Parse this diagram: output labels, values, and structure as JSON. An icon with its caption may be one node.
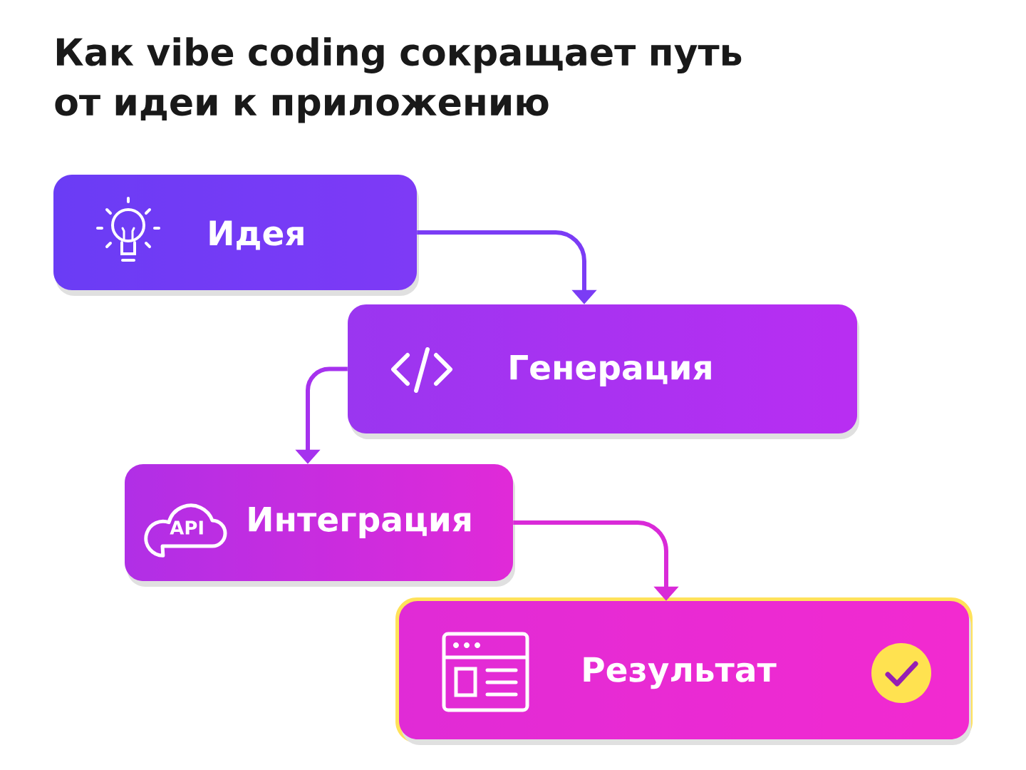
{
  "diagram": {
    "title": "Как vibe coding сокращает путь от идеи к приложению",
    "nodes": [
      {
        "text": [
          "Идея"
        ]
      },
      {
        "text": [
          "Генерация"
        ]
      },
      {
        "text": [
          "API",
          "Интеграция"
        ]
      },
      {
        "text": [
          "Результат"
        ]
      }
    ],
    "edges": [
      {
        "from": 0,
        "to": 1,
        "arrow": "to",
        "color": "#7b3cf5"
      },
      {
        "from": 1,
        "to": 2,
        "arrow": "to",
        "color": "#a632ee"
      },
      {
        "from": 2,
        "to": 3,
        "arrow": "to",
        "color": "#d92ad8"
      }
    ]
  }
}
